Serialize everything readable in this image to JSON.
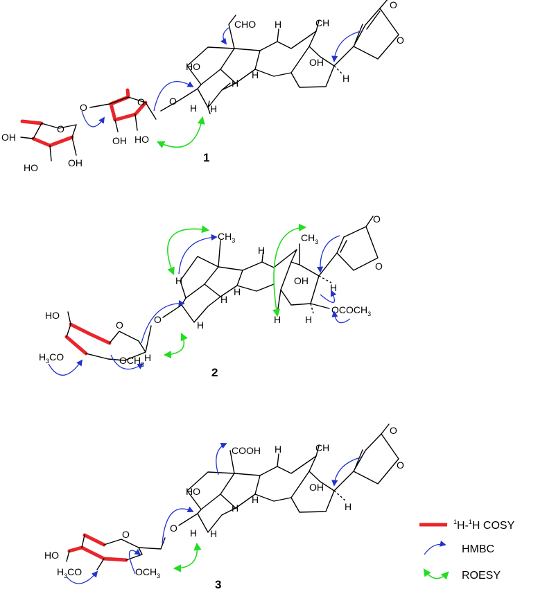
{
  "compounds": [
    {
      "number": "1",
      "labels": {
        "cho": "CHO",
        "oh_a": "HO",
        "oh_b": "OH",
        "h_top": "H",
        "h_mid": "H",
        "h_c17": "H",
        "me": "CH",
        "o_ring": "O",
        "o_keto": "O",
        "o_gly": "O",
        "h_c3a": "H",
        "h_c3b": "H",
        "h_c3c": "H",
        "oh_s1": "OH",
        "oh_s2": "HO",
        "oh_s3": "OH",
        "oh_s4": "HO",
        "oh_s5": "OH",
        "o_s1": "O",
        "o_s2": "O",
        "o_s3": "O"
      }
    },
    {
      "number": "2",
      "labels": {
        "me_top": "CH",
        "me_top_sub": "3",
        "me2": "CH",
        "me2_sub": "3",
        "oh": "OH",
        "h_a": "H",
        "h_b": "H",
        "h_c": "H",
        "h_d": "H",
        "h_e": "H",
        "h_f": "H",
        "h_g": "H",
        "h_h": "H",
        "oac": "OCOCH",
        "oac_sub": "3",
        "o_ring": "O",
        "o_keto": "O",
        "o_gly": "O",
        "o_sugar": "O",
        "ho_sugar": "HO",
        "meo": "H",
        "meo_sub": "3",
        "meo_tail": "CO",
        "ome": "OCH",
        "ome_sub": "3",
        "h_anomer": "H"
      }
    },
    {
      "number": "3",
      "labels": {
        "cooh": "COOH",
        "ho": "HO",
        "oh": "OH",
        "h_top": "H",
        "h_mid": "H",
        "h_c17": "H",
        "me": "CH",
        "o_ring": "O",
        "o_keto": "O",
        "o_gly": "O",
        "h_c3a": "H",
        "h_c3b": "H",
        "h_c3c": "H",
        "o_sugar": "O",
        "ho_sugar": "HO",
        "meo": "H",
        "meo_sub": "3",
        "meo_tail": "CO",
        "ome": "OCH",
        "ome_sub": "3"
      }
    }
  ],
  "legend": {
    "cosy_sup1": "1",
    "cosy_mid": "H-",
    "cosy_sup2": "1",
    "cosy_tail": "H COSY",
    "hmbc": "HMBC",
    "roesy": "ROESY"
  },
  "colors": {
    "cosy": "#e8262b",
    "hmbc": "#2233cc",
    "roesy": "#22dd22",
    "bond": "#000000"
  }
}
